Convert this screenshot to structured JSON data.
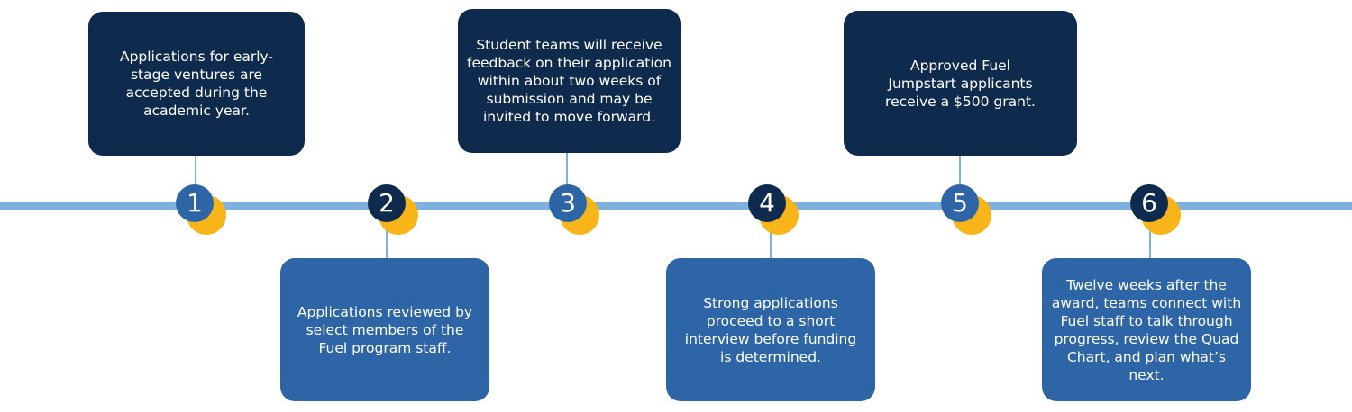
{
  "colors": {
    "navy": "#0e2a4d",
    "blue": "#2e65a6",
    "line": "#7eb1dd",
    "accent": "#f7b519"
  },
  "steps": [
    {
      "number": "1",
      "text": "Applications for early-stage ventures are accepted during the academic year."
    },
    {
      "number": "2",
      "text": "Applications reviewed by select members of the Fuel program staff."
    },
    {
      "number": "3",
      "text": "Student teams will receive feedback on their application within about two weeks of submission and may be invited to move forward."
    },
    {
      "number": "4",
      "text": "Strong applications proceed to a short interview before funding is determined."
    },
    {
      "number": "5",
      "text": "Approved Fuel Jumpstart applicants receive a $500 grant."
    },
    {
      "number": "6",
      "text": "Twelve weeks after the award, teams connect with Fuel staff to talk through progress, review the Quad Chart, and plan what’s next."
    }
  ]
}
